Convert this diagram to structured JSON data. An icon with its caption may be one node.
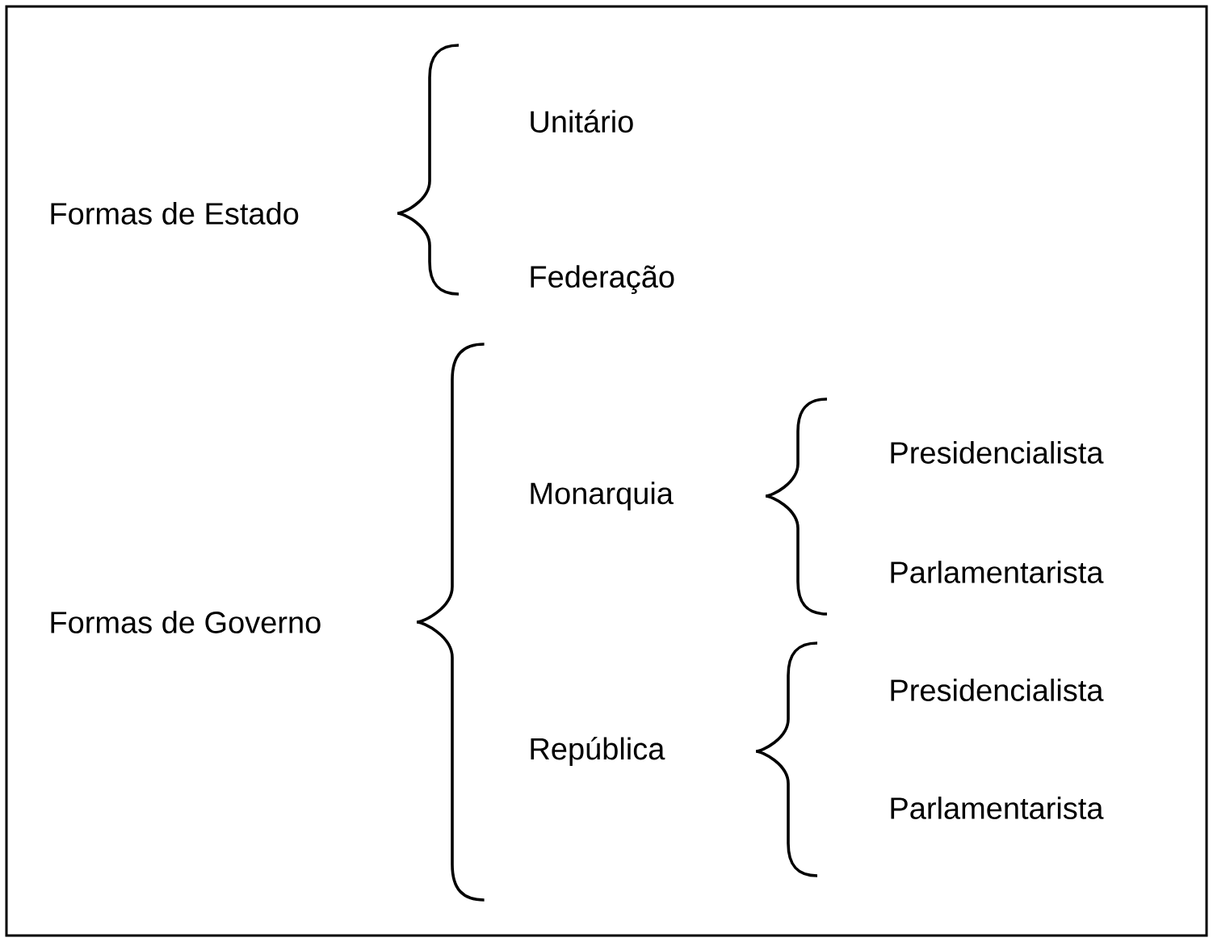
{
  "diagram": {
    "nodes": [
      {
        "text": [
          "Formas de Estado"
        ]
      },
      {
        "text": [
          "Unitário"
        ]
      },
      {
        "text": [
          "Federação"
        ]
      },
      {
        "text": [
          "Formas de Governo"
        ]
      },
      {
        "text": [
          "Monarquia"
        ]
      },
      {
        "text": [
          "República"
        ]
      },
      {
        "text": [
          "Presidencialista"
        ]
      },
      {
        "text": [
          "Parlamentarista"
        ]
      },
      {
        "text": [
          "Presidencialista"
        ]
      },
      {
        "text": [
          "Parlamentarista"
        ]
      }
    ]
  }
}
